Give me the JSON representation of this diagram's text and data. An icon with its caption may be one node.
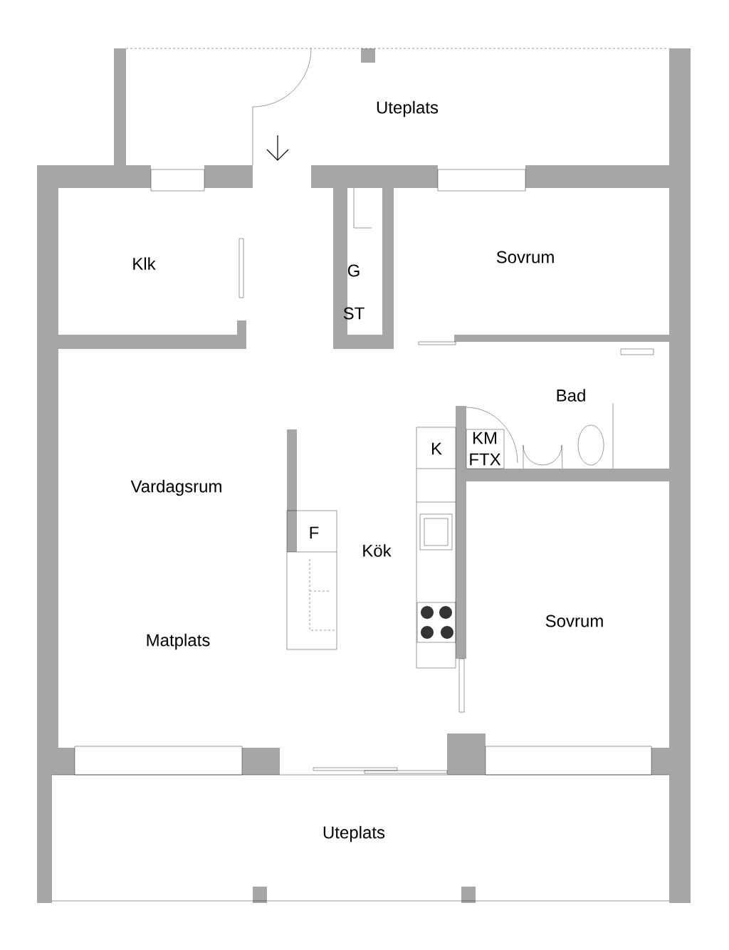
{
  "diagram": {
    "labels": [
      "Uteplats",
      "Sovrum",
      "Klk",
      "G",
      "ST",
      "Bad",
      "KM",
      "K",
      "FTX",
      "Vardagsrum",
      "F",
      "Kök",
      "Sovrum",
      "Matplats",
      "Uteplats"
    ]
  }
}
